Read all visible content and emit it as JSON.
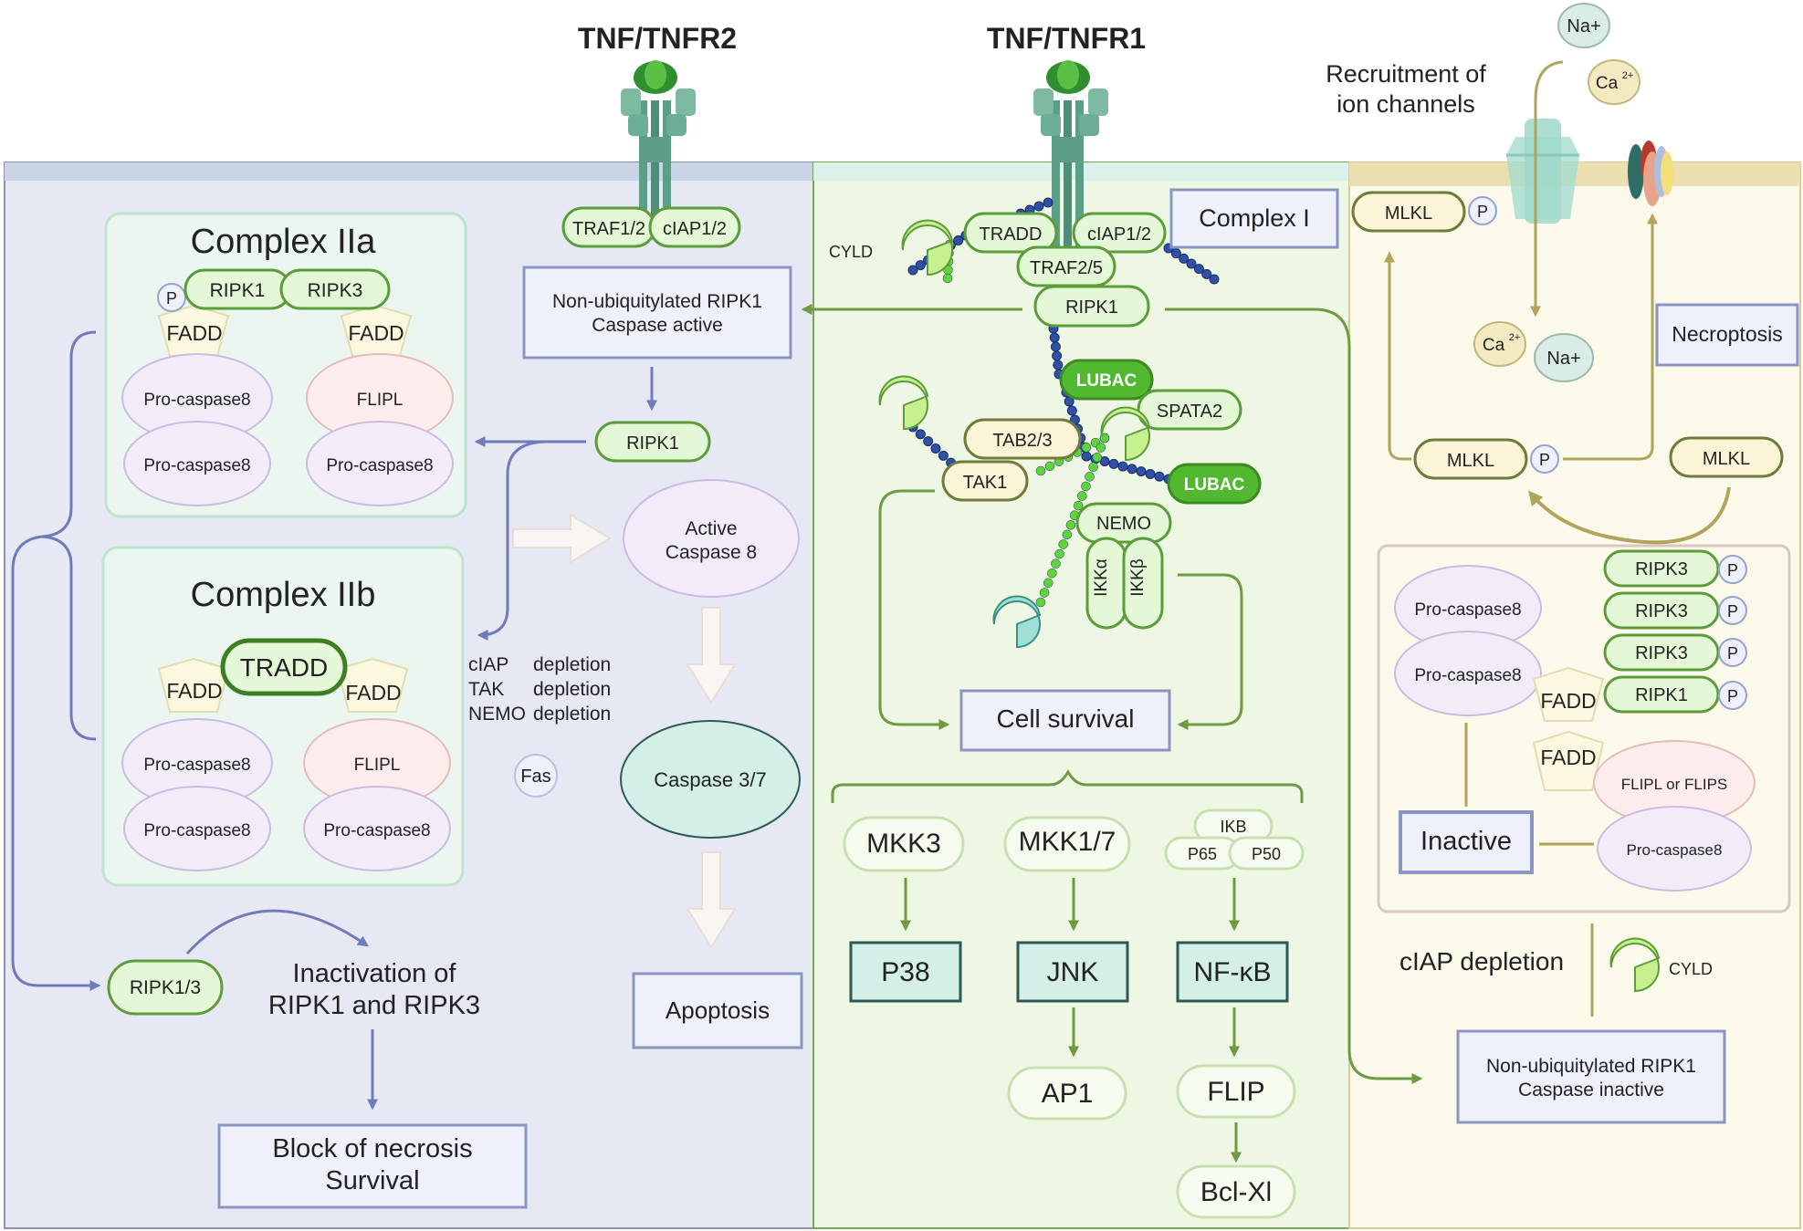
{
  "headers": {
    "tnfr2": "TNF/TNFR2",
    "tnfr1": "TNF/TNFR1",
    "recruitment": [
      "Recruitment of",
      "ion channels"
    ]
  },
  "ions": {
    "na": "Na+",
    "ca": "Ca",
    "ca_sup": "2+"
  },
  "left": {
    "complex_iia": {
      "title": "Complex IIa",
      "p": "P",
      "ripk1": "RIPK1",
      "ripk3": "RIPK3",
      "fadd_left": "FADD",
      "fadd_right": "FADD",
      "procasp_a": "Pro-caspase8",
      "procasp_b": "Pro-caspase8",
      "flipl": "FLIPL",
      "procasp_c": "Pro-caspase8"
    },
    "complex_iib": {
      "title": "Complex IIb",
      "tradd": "TRADD",
      "fadd_left": "FADD",
      "fadd_right": "FADD",
      "procasp_a": "Pro-caspase8",
      "procasp_b": "Pro-caspase8",
      "flipl": "FLIPL",
      "procasp_c": "Pro-caspase8"
    },
    "traf12": "TRAF1/2",
    "ciap12": "cIAP1/2",
    "nonubiq_active": [
      "Non-ubiquitylated RIPK1",
      "Caspase active"
    ],
    "ripk1": "RIPK1",
    "active_casp8": [
      "Active",
      "Caspase 8"
    ],
    "depletion": [
      [
        "cIAP",
        "depletion"
      ],
      [
        "TAK",
        "depletion"
      ],
      [
        "NEMO",
        "depletion"
      ]
    ],
    "fas": "Fas",
    "casp37": "Caspase 3/7",
    "apoptosis": "Apoptosis",
    "ripk13": "RIPK1/3",
    "inactivation": [
      "Inactivation of",
      "RIPK1 and RIPK3"
    ],
    "block": [
      "Block of necrosis",
      "Survival"
    ]
  },
  "middle": {
    "cyld": "CYLD",
    "tradd": "TRADD",
    "ciap12": "cIAP1/2",
    "traf25": "TRAF2/5",
    "complex_i": "Complex I",
    "ripk1": "RIPK1",
    "lubac_top": "LUBAC",
    "spata2": "SPATA2",
    "tab23": "TAB2/3",
    "tak1": "TAK1",
    "lubac_bottom": "LUBAC",
    "nemo": "NEMO",
    "ikka": "IKKα",
    "ikkb": "IKKβ",
    "cell_survival": "Cell survival",
    "mkk3": "MKK3",
    "mkk17": "MKK1/7",
    "ikb": "IKB",
    "p65": "P65",
    "p50": "P50",
    "p38": "P38",
    "jnk": "JNK",
    "nfkb": "NF-κB",
    "ap1": "AP1",
    "flip": "FLIP",
    "bclxl": "Bcl-Xl"
  },
  "right": {
    "mlkl_top": "MLKL",
    "p": "P",
    "necroptosis": "Necroptosis",
    "mlkl_mid": "MLKL",
    "mlkl_right": "MLKL",
    "ripk3_1": "RIPK3",
    "ripk3_2": "RIPK3",
    "ripk3_3": "RIPK3",
    "ripk1": "RIPK1",
    "procasp_a": "Pro-caspase8",
    "procasp_b": "Pro-caspase8",
    "fadd_a": "FADD",
    "fadd_b": "FADD",
    "flipl_or_flips": "FLIPL or FLIPS",
    "procasp_c": "Pro-caspase8",
    "inactive": "Inactive",
    "ciap_depletion": "cIAP depletion",
    "cyld": "CYLD",
    "nonubiq_inactive": [
      "Non-ubiquitylated RIPK1",
      "Caspase inactive"
    ]
  },
  "colors": {
    "left_panel": "#e6e8f4",
    "middle_panel": "#eef7e4",
    "right_panel": "#fbf9ea",
    "node_green_fill": "#e4f7d6",
    "node_green_stroke": "#5d9c3a",
    "lubac": "#52b830",
    "blue_arrow": "#6f7cb8",
    "green_arrow": "#6f9a42",
    "tan_arrow": "#b2a45c",
    "teal_box": "#d4efe8",
    "teal_stroke": "#2d5a52",
    "receptor": "#5c9e86",
    "ubiq_blue": "#2f50a6",
    "ubiq_green": "#5fd43a"
  }
}
